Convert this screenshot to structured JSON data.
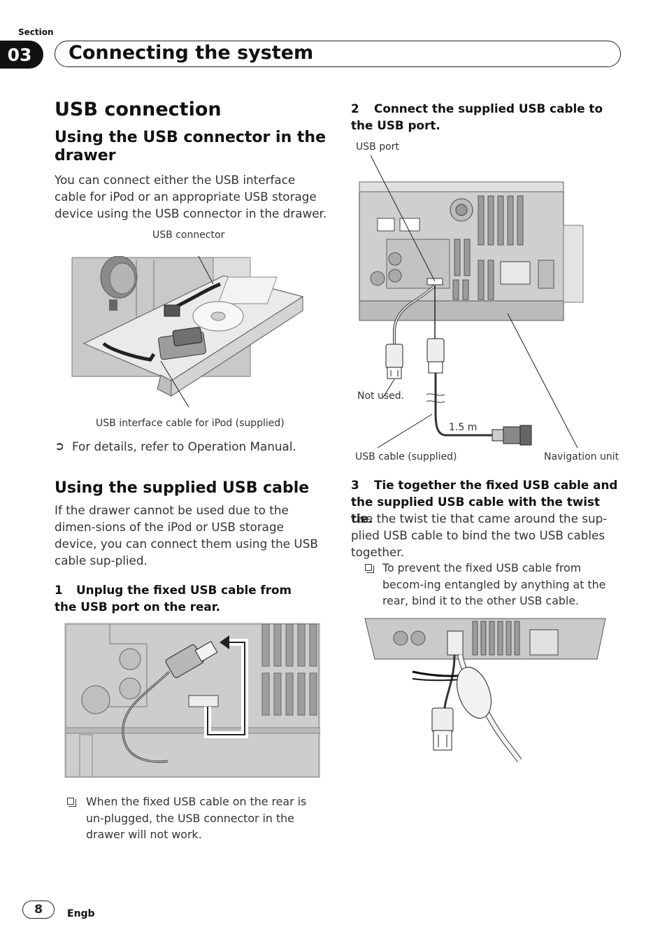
{
  "header": {
    "section_word": "Section",
    "section_number": "03",
    "title": "Connecting the system"
  },
  "left": {
    "main_heading": "USB connection",
    "sub1": {
      "heading": "Using the USB connector in the drawer",
      "body": "You can connect either the USB interface cable for iPod or an appropriate USB storage device using the USB connector in the drawer.",
      "caption_top": "USB connector",
      "caption_bottom": "USB interface cable for iPod (supplied)",
      "reference_arrow": "➲",
      "reference": "For details, refer to Operation Manual."
    },
    "sub2": {
      "heading": "Using the supplied USB cable",
      "body": "If the drawer cannot be used due to the dimen-sions of the iPod or USB storage device, you can connect them using the USB cable sup-plied.",
      "step1_number": "1",
      "step1_text": "Unplug the fixed USB cable from the USB port on the rear.",
      "note": "When the fixed USB cable on the rear is un-plugged, the USB connector in the drawer will not work."
    }
  },
  "right": {
    "step2_number": "2",
    "step2_text": "Connect the supplied USB cable to the USB port.",
    "labels": {
      "usb_port": "USB port",
      "not_used": "Not used.",
      "length": "1.5 m",
      "usb_cable": "USB cable (supplied)",
      "navigation_unit": "Navigation unit"
    },
    "step3_number": "3",
    "step3_text": "Tie together the fixed USB cable and the supplied USB cable with the twist tie.",
    "step3_body": "Use the twist tie that came around the sup-plied USB cable to bind the two USB cables together.",
    "note": "To prevent the fixed USB cable from becom-ing entangled by anything at the rear, bind it to the other USB cable."
  },
  "footer": {
    "page_number": "8",
    "language": "Engb"
  }
}
